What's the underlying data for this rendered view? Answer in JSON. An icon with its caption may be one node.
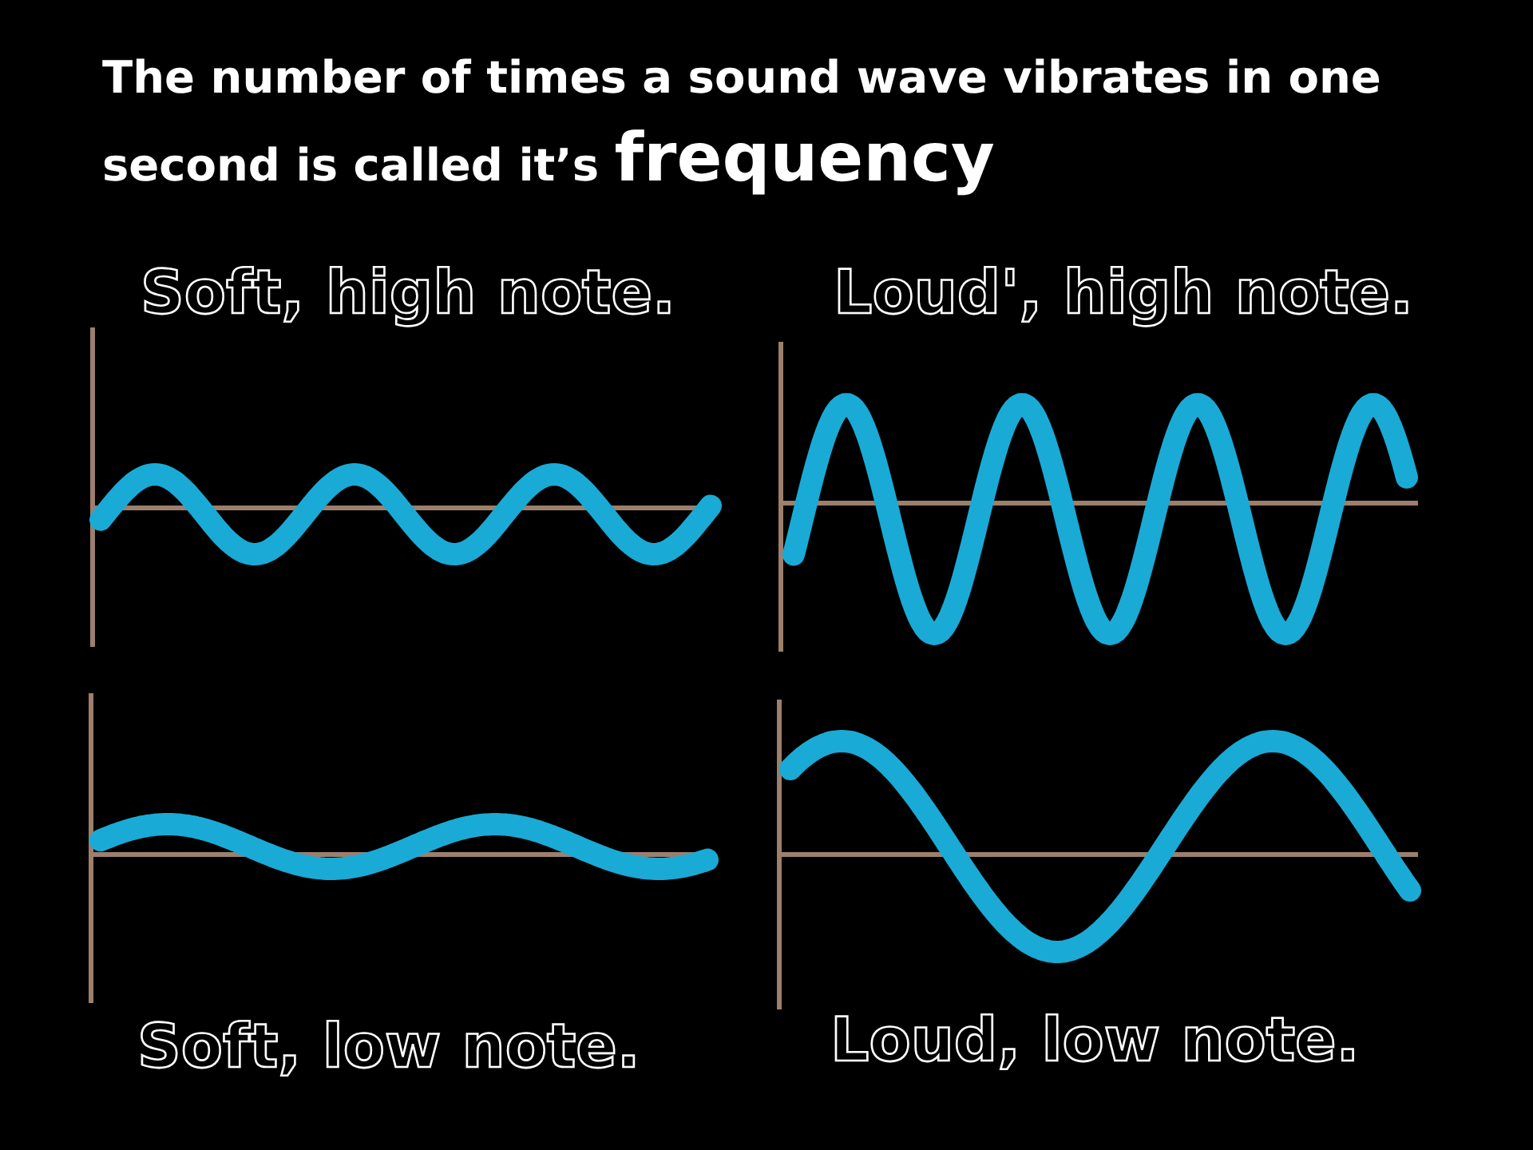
{
  "diagram": {
    "title": "The number of times a sound wave vibrates in one second is called it’s **frequency**",
    "labels": [
      "Soft, high note.",
      "Loud', high note.",
      "Soft, low note.",
      "Loud, low note."
    ]
  }
}
